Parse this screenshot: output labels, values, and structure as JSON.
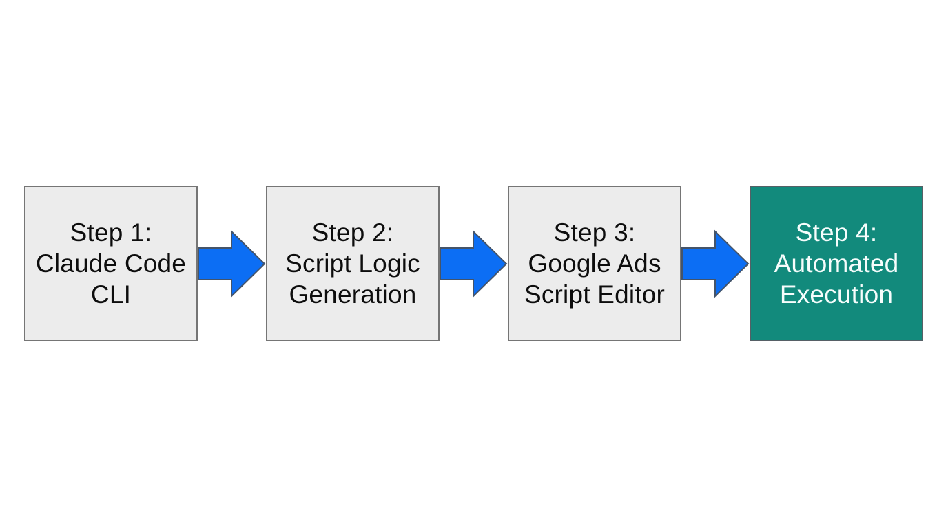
{
  "flowchart": {
    "steps": [
      {
        "label": "Step 1:\nClaude Code\nCLI",
        "highlighted": false
      },
      {
        "label": "Step 2:\nScript Logic\nGeneration",
        "highlighted": false
      },
      {
        "label": "Step 3:\nGoogle Ads\nScript Editor",
        "highlighted": false
      },
      {
        "label": "Step 4:\nAutomated\nExecution",
        "highlighted": true
      }
    ],
    "connector": "right-arrow"
  },
  "colors": {
    "background": "#ffffff",
    "box-fill": "#ececec",
    "box-border": "#757575",
    "box-text": "#0d0d0d",
    "highlight-fill": "#128a7c",
    "highlight-border": "#566066",
    "highlight-text": "#f6fdfc",
    "arrow-fill": "#0c6ef4",
    "arrow-outline": "#44546a"
  }
}
